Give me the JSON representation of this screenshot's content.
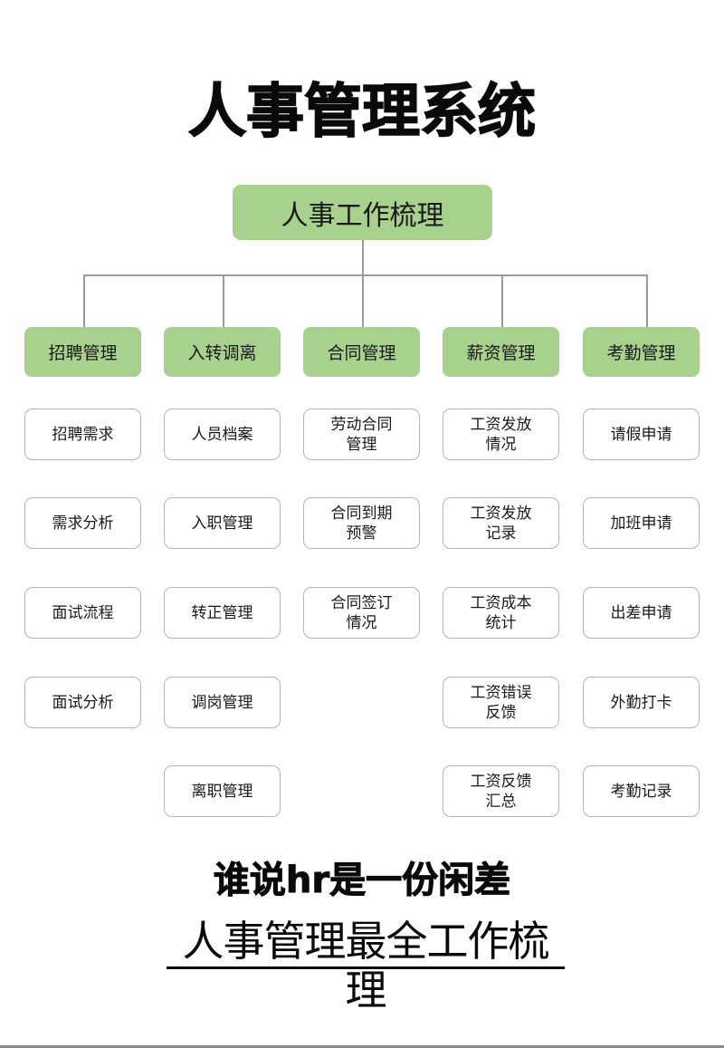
{
  "title": "人事管理系统",
  "root": {
    "label": "人事工作梳理",
    "color": "#a9d18e"
  },
  "categories": [
    {
      "label": "招聘管理",
      "items": [
        "招聘需求",
        "需求分析",
        "面试流程",
        "面试分析"
      ]
    },
    {
      "label": "入转调离",
      "items": [
        "人员档案",
        "入职管理",
        "转正管理",
        "调岗管理",
        "离职管理"
      ]
    },
    {
      "label": "合同管理",
      "items": [
        "劳动合同管理",
        "合同到期预警",
        "合同签订情况"
      ]
    },
    {
      "label": "薪资管理",
      "items": [
        "工资发放情况",
        "工资发放记录",
        "工资成本统计",
        "工资错误反馈",
        "工资反馈汇总"
      ]
    },
    {
      "label": "考勤管理",
      "items": [
        "请假申请",
        "加班申请",
        "出差申请",
        "外勤打卡",
        "考勤记录"
      ]
    }
  ],
  "footer": {
    "tagline": "谁说hr是一份闲差",
    "subtitle": "人事管理最全工作梳理"
  },
  "colors": {
    "category_fill": "#a9d18e",
    "leaf_border": "#b5b5b5",
    "connector": "#9a9a9a",
    "text": "#1a1a1a"
  }
}
